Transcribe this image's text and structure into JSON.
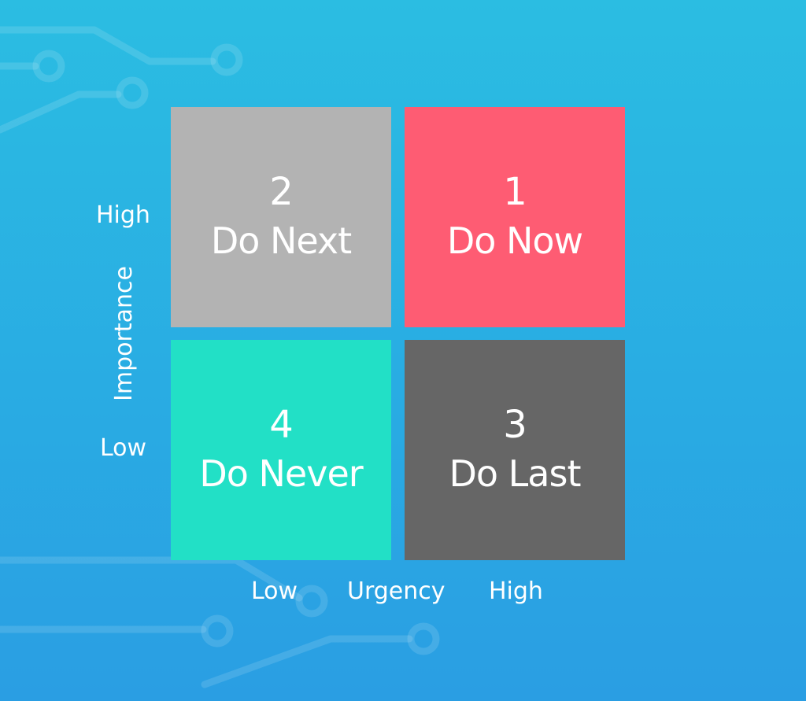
{
  "colors": {
    "background": "#2bb0e3",
    "do_next": "#b3b3b3",
    "do_now": "#fe5c73",
    "do_never": "#22e0c6",
    "do_last": "#666666",
    "text": "#ffffff"
  },
  "matrix": {
    "quadrants": [
      {
        "id": "do-next",
        "number": "2",
        "label": "Do Next"
      },
      {
        "id": "do-now",
        "number": "1",
        "label": "Do Now"
      },
      {
        "id": "do-never",
        "number": "4",
        "label": "Do Never"
      },
      {
        "id": "do-last",
        "number": "3",
        "label": "Do Last"
      }
    ]
  },
  "axes": {
    "y": {
      "title": "Importance",
      "high": "High",
      "low": "Low"
    },
    "x": {
      "title": "Urgency",
      "low": "Low",
      "high": "High"
    }
  }
}
